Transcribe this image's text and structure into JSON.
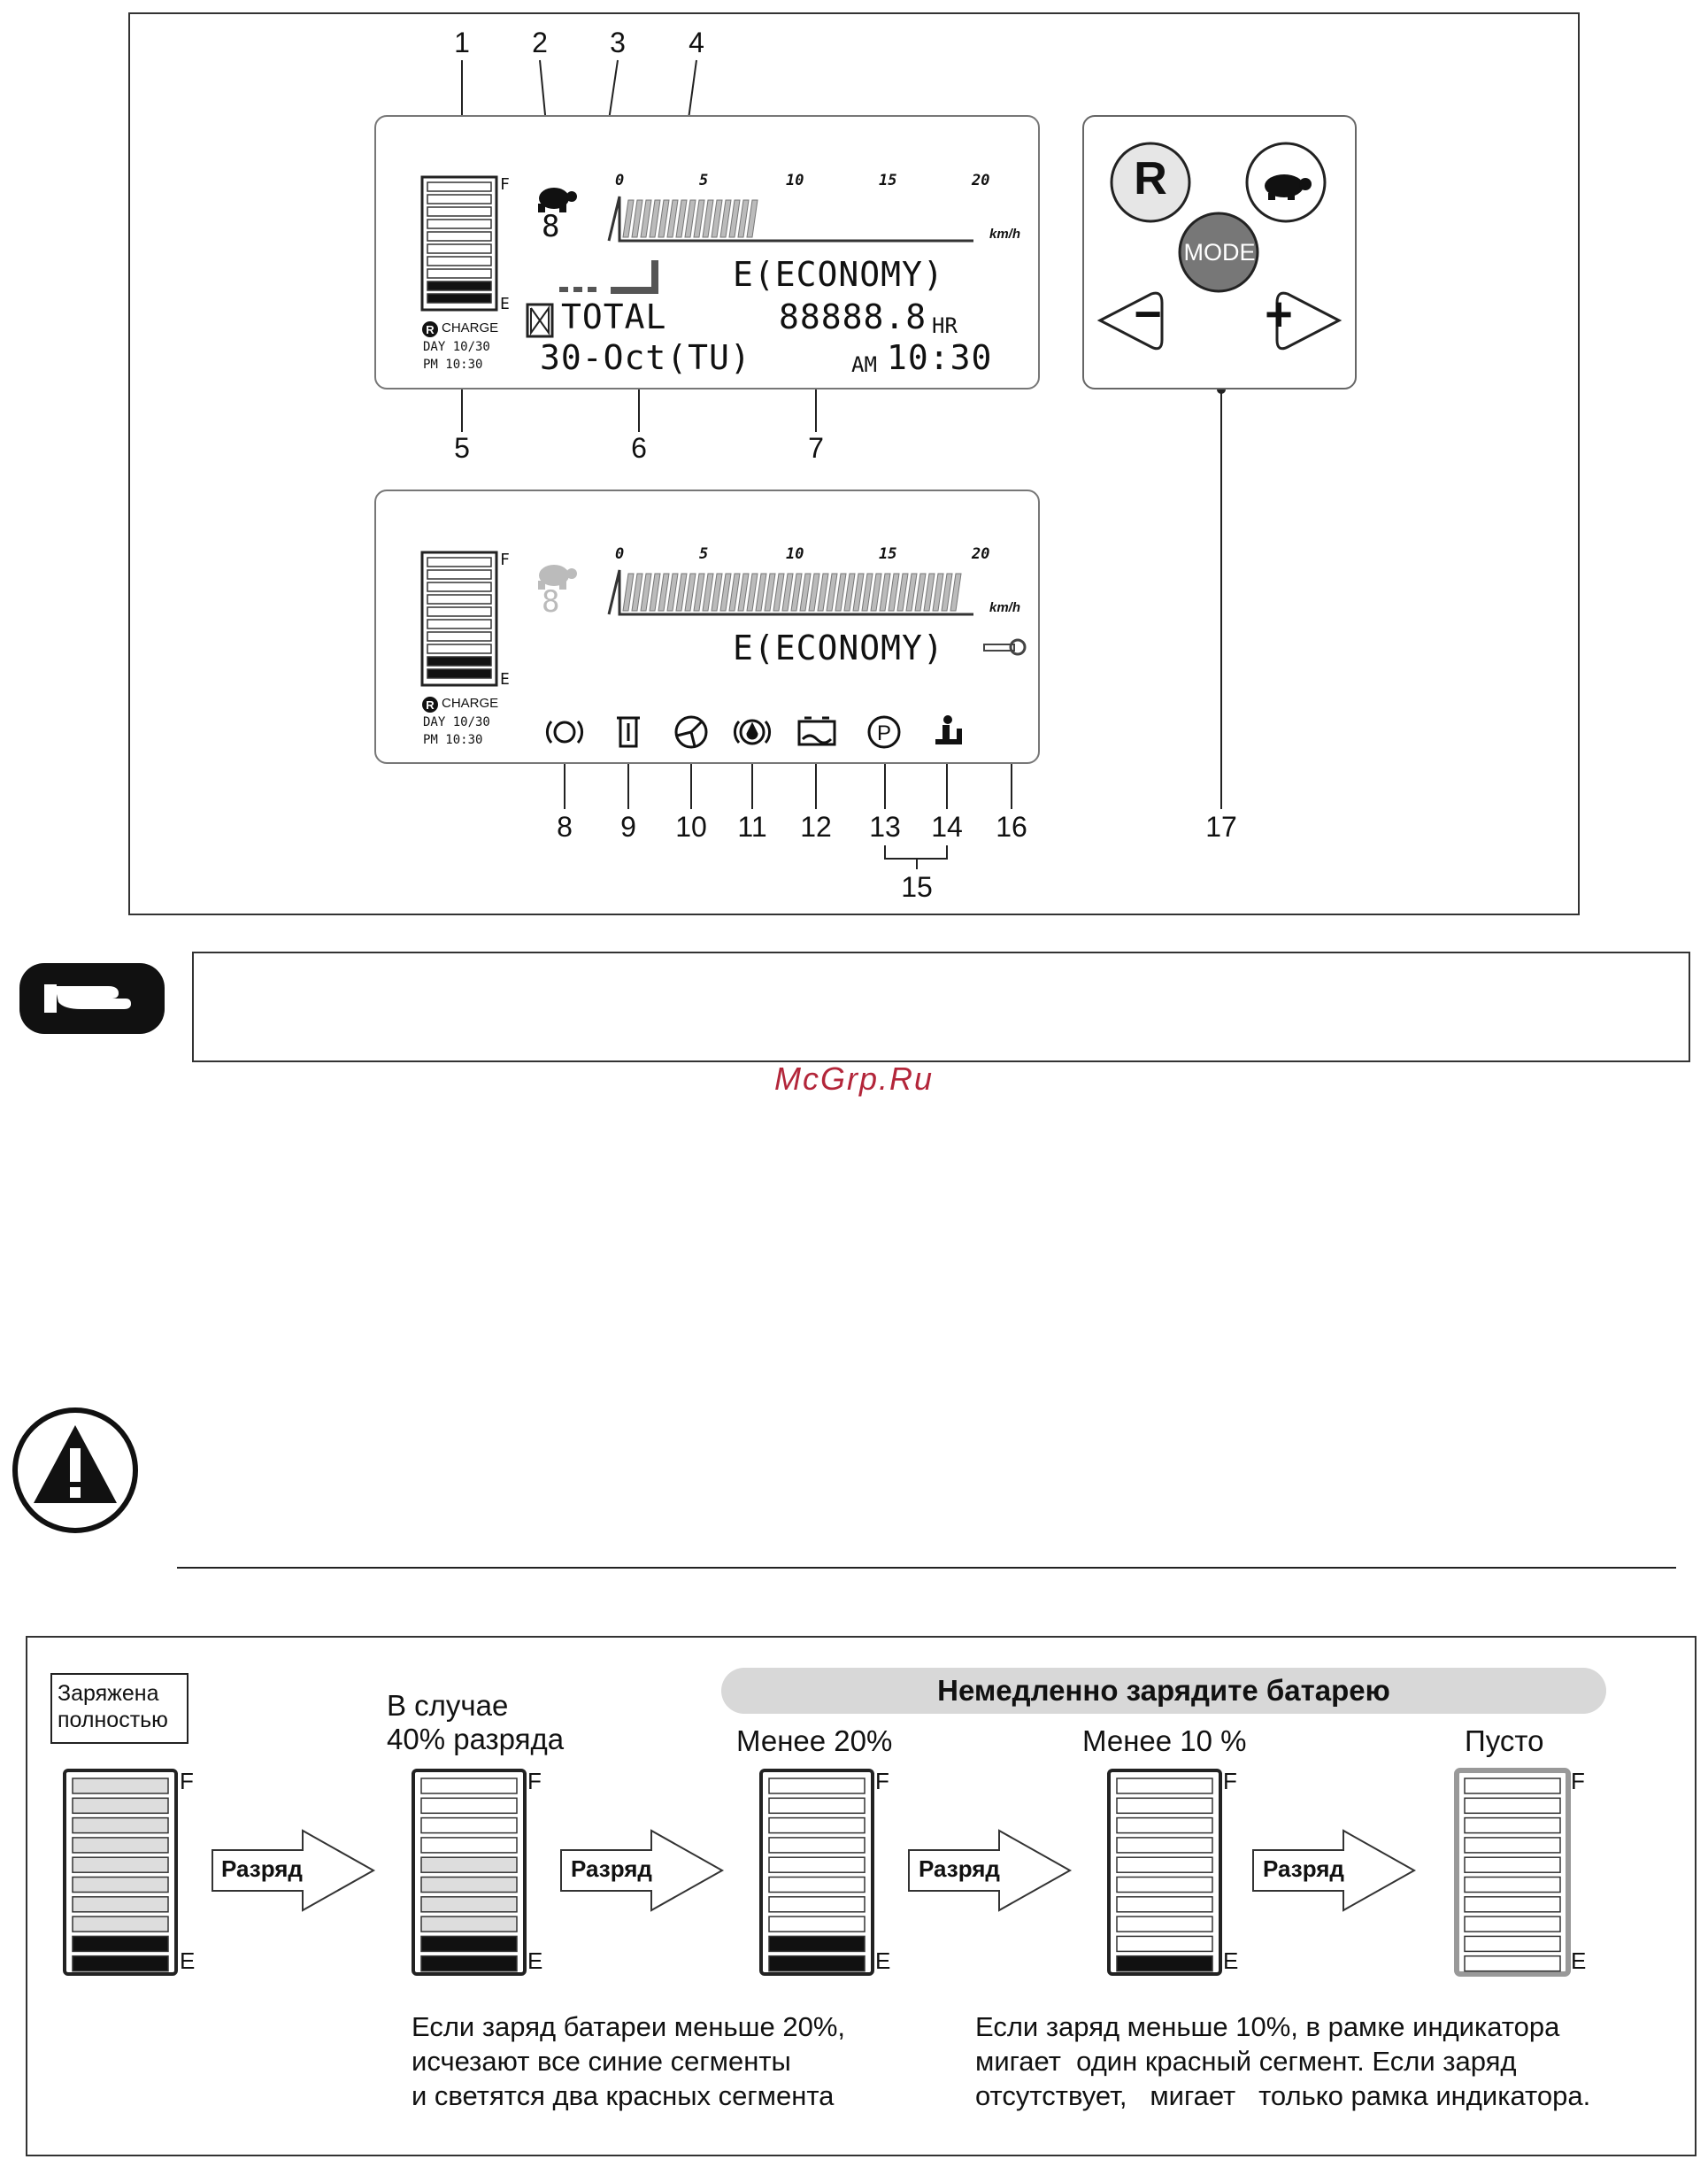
{
  "figure": {
    "callouts": [
      "1",
      "2",
      "3",
      "4",
      "5",
      "6",
      "7",
      "8",
      "9",
      "10",
      "11",
      "12",
      "13",
      "14",
      "15",
      "16",
      "17"
    ],
    "display_top": {
      "gauge_f": "F",
      "gauge_e": "E",
      "speed_step": "8",
      "speed_ticks": [
        "0",
        "5",
        "10",
        "15",
        "20"
      ],
      "speed_unit": "km/h",
      "mode": "E(ECONOMY)",
      "total_label": "TOTAL",
      "hours": "88888.8",
      "hours_unit": "HR",
      "charge_label": "CHARGE",
      "charge_day": "DAY 10/30",
      "charge_pm": "PM 10:30",
      "date": "30-Oct(TU)",
      "am": "AM",
      "time": "10:30",
      "speed_fill_fraction": 0.38
    },
    "display_bottom": {
      "gauge_f": "F",
      "gauge_e": "E",
      "speed_step": "8",
      "speed_ticks": [
        "0",
        "5",
        "10",
        "15",
        "20"
      ],
      "speed_unit": "km/h",
      "mode": "E(ECONOMY)",
      "charge_label": "CHARGE",
      "charge_day": "DAY 10/30",
      "charge_pm": "PM 10:30",
      "speed_fill_fraction": 0.98
    },
    "keypad": {
      "reverse_label": "R",
      "mode_label": "MODE",
      "minus_label": "−",
      "plus_label": "+"
    }
  },
  "watermark": "McGrp.Ru",
  "battery": {
    "banner": "Немедленно зарядите батарею",
    "arrow_label": "Разряд",
    "stages": [
      {
        "label": "Заряжена полностью",
        "f": "F",
        "e": "E"
      },
      {
        "label_line1": "В случае",
        "label_line2": "40% разряда",
        "f": "F",
        "e": "E"
      },
      {
        "label": "Менее 20%",
        "f": "F",
        "e": "E"
      },
      {
        "label": "Менее 10 %",
        "f": "F",
        "e": "E"
      },
      {
        "label": "Пусто",
        "f": "F",
        "e": "E"
      }
    ],
    "caption_left": [
      "Если заряд батареи меньше 20%,",
      "исчезают все синие сегменты",
      "и светятся два красных сегмента"
    ],
    "caption_right": [
      "Если заряд меньше 10%, в рамке индикатора",
      "мигает  один красный сегмент. Если заряд",
      "отсутствует,   мигает   только рамка индикатора."
    ]
  }
}
